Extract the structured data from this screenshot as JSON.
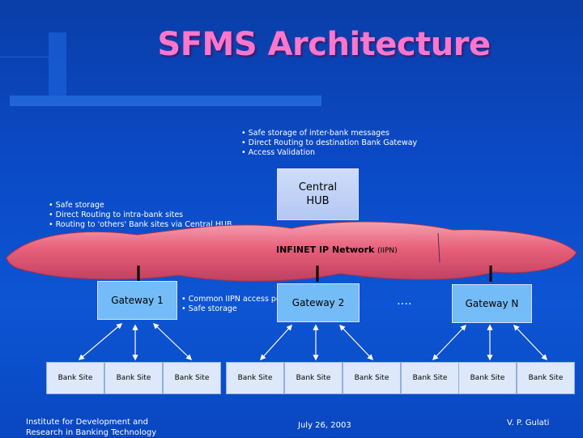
{
  "title": "SFMS Architecture",
  "hub_notes": [
    "• Safe storage of inter-bank messages",
    "• Direct Routing to destination Bank Gateway",
    "• Access Validation"
  ],
  "gateway_notes": [
    "• Safe storage",
    "• Direct Routing to intra-bank sites",
    "• Routing to 'others' Bank sites via Central HUB"
  ],
  "common_notes": [
    "• Common IIPN access point",
    "• Safe storage"
  ],
  "central_hub": {
    "line1": "Central",
    "line2": "HUB"
  },
  "network": {
    "label": "INFINET IP Network",
    "abbr": "(IIPN)"
  },
  "gateways": {
    "g1": "Gateway 1",
    "g2": "Gateway 2",
    "gn": "Gateway N",
    "ellipsis": "…."
  },
  "bank_site": "Bank Site",
  "footer": {
    "org_line1": "Institute for Development and",
    "org_line2": "Research in Banking Technology",
    "date": "July 26, 2003",
    "author": "V. P. Gulati"
  },
  "colors": {
    "title": "#ff77cc",
    "cloud": "#e8607a",
    "box": "#74bcf7",
    "background": "#0b49c4"
  }
}
